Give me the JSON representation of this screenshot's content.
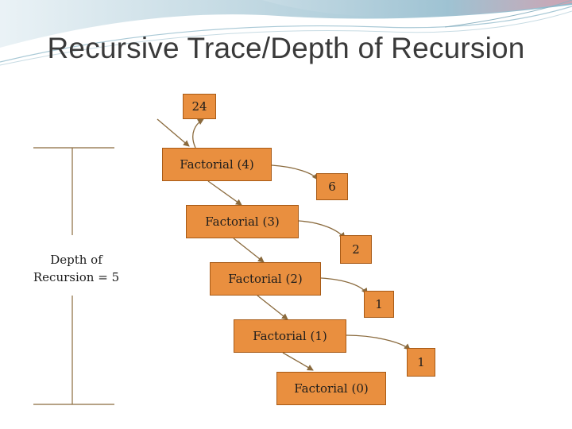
{
  "slide": {
    "title": "Recursive Trace/Depth of Recursion",
    "depth_label_line1": "Depth of",
    "depth_label_line2": "Recursion = 5",
    "calls": [
      {
        "label": "Factorial (4)"
      },
      {
        "label": "Factorial (3)"
      },
      {
        "label": "Factorial (2)"
      },
      {
        "label": "Factorial (1)"
      },
      {
        "label": "Factorial (0)"
      }
    ],
    "returns": [
      {
        "value": "24"
      },
      {
        "value": "6"
      },
      {
        "value": "2"
      },
      {
        "value": "1"
      },
      {
        "value": "1"
      }
    ]
  },
  "colors": {
    "box_fill": "#e98f3f",
    "box_border": "#a75a16",
    "arrow": "#8a6a3d",
    "title_text": "#3a3a3a"
  }
}
